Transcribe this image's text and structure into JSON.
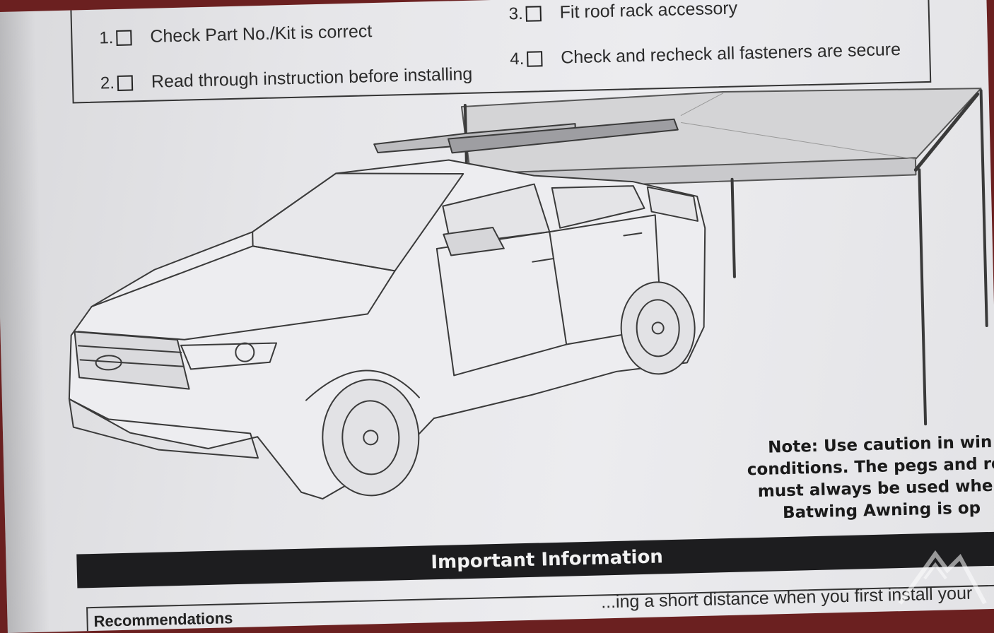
{
  "checklist": {
    "items": [
      {
        "num": "1.",
        "text": "Check Part No./Kit is correct"
      },
      {
        "num": "2.",
        "text": "Read through instruction before installing"
      },
      {
        "num": "3.",
        "text": "Fit roof rack accessory"
      },
      {
        "num": "4.",
        "text": "Check and recheck all fasteners are secure"
      }
    ]
  },
  "note": {
    "lines": [
      "Note: Use caution in win",
      "conditions. The pegs and rop",
      "must always be used when",
      "Batwing Awning is op"
    ]
  },
  "banner": {
    "title": "Important Information"
  },
  "recommendations": {
    "title": "Recommendations",
    "text": "...ing a short distance when you first install your"
  },
  "colors": {
    "paper": "#e6e6e9",
    "ink": "#2a2a2a",
    "banner": "#1d1d1f"
  }
}
